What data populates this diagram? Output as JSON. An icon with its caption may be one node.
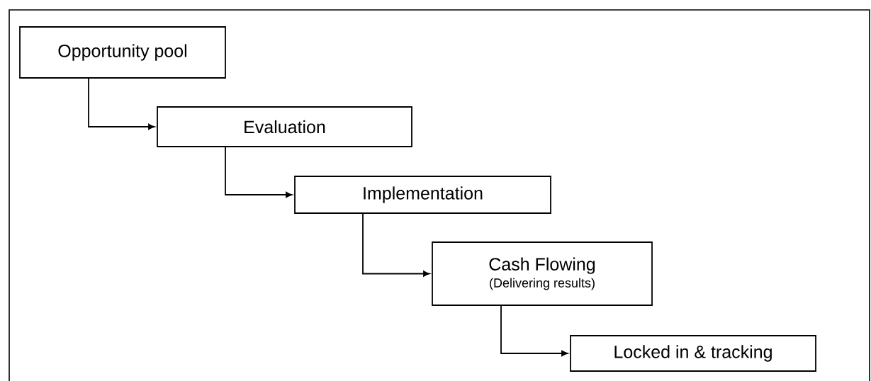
{
  "diagram": {
    "nodes": [
      {
        "text": [
          "Opportunity pool"
        ]
      },
      {
        "text": [
          "Evaluation"
        ]
      },
      {
        "text": [
          "Implementation"
        ]
      },
      {
        "text": [
          "Cash Flowing",
          "(Delivering results)"
        ]
      },
      {
        "text": [
          "Locked in & tracking"
        ]
      }
    ],
    "edges": [
      {
        "from": 0,
        "to": 1,
        "arrow": "to"
      },
      {
        "from": 1,
        "to": 2,
        "arrow": "to"
      },
      {
        "from": 2,
        "to": 3,
        "arrow": "to"
      },
      {
        "from": 3,
        "to": 4,
        "arrow": "to"
      }
    ]
  }
}
